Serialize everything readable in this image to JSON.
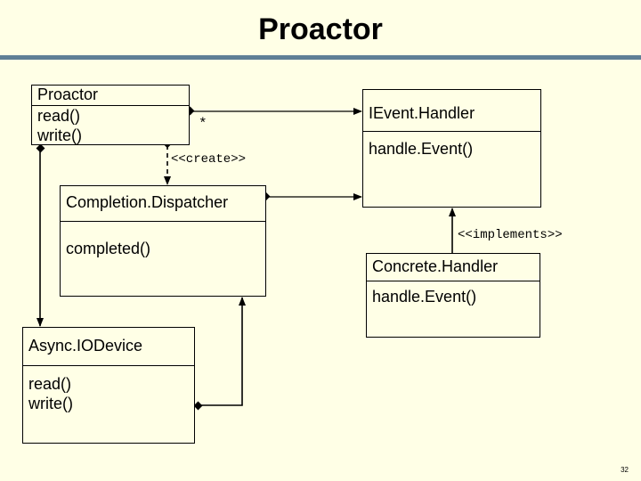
{
  "title": "Proactor",
  "classes": {
    "proactor": {
      "name": "Proactor",
      "ops": [
        "read()",
        "write()"
      ]
    },
    "ievent_handler": {
      "name": "IEvent.Handler",
      "ops": [
        "handle.Event()"
      ]
    },
    "completion_dispatcher": {
      "name": "Completion.Dispatcher",
      "ops": [
        "completed()"
      ]
    },
    "concrete_handler": {
      "name": "Concrete.Handler",
      "ops": [
        "handle.Event()"
      ]
    },
    "async_io_device": {
      "name": "Async.IODevice",
      "ops": [
        "read()",
        "write()"
      ]
    }
  },
  "labels": {
    "multiplicity": "*",
    "create": "<<create>>",
    "implements": "<<implements>>"
  },
  "page_number": "32"
}
